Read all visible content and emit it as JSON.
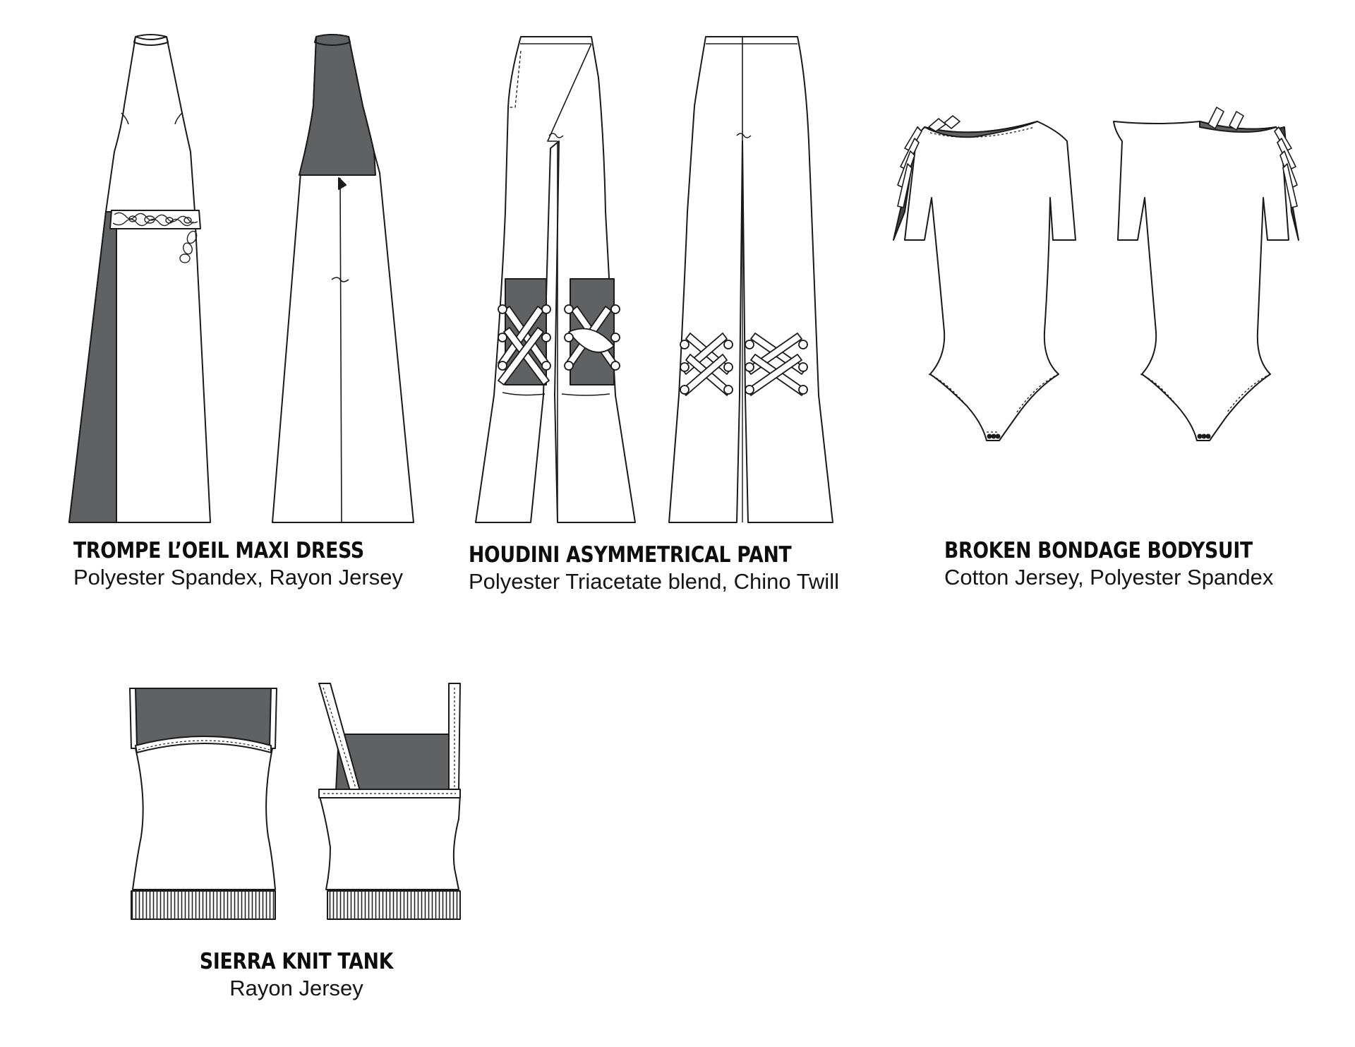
{
  "colors": {
    "line": "#1a1a1a",
    "fill": "#ffffff",
    "shade": "#606163",
    "background": "#ffffff"
  },
  "garments": [
    {
      "name": "TROMPE L’OEIL MAXI DRESS",
      "fabric": "Polyester Spandex, Rayon Jersey",
      "views": [
        "front",
        "back"
      ]
    },
    {
      "name": "HOUDINI ASYMMETRICAL PANT",
      "fabric": "Polyester Triacetate blend, Chino Twill",
      "views": [
        "front",
        "back"
      ]
    },
    {
      "name": "BROKEN BONDAGE BODYSUIT",
      "fabric": "Cotton Jersey, Polyester Spandex",
      "views": [
        "front",
        "back"
      ]
    },
    {
      "name": "SIERRA KNIT TANK",
      "fabric": "Rayon Jersey",
      "views": [
        "front",
        "back"
      ]
    }
  ]
}
